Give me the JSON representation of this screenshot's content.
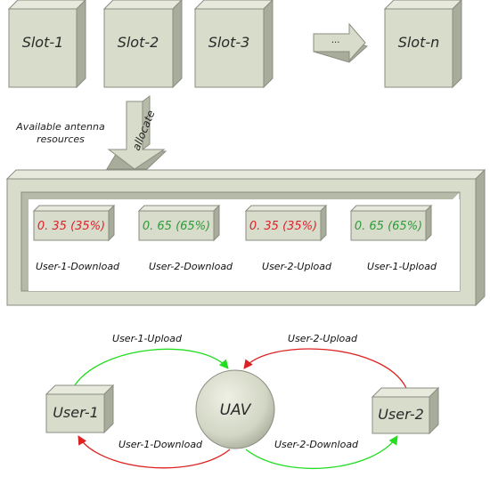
{
  "slots": [
    "Slot-1",
    "Slot-2",
    "Slot-3",
    "Slot-n"
  ],
  "ellipsis": "...",
  "resources_label": [
    "Available antenna",
    "resources"
  ],
  "allocate_label": "allocate",
  "allocations": [
    {
      "value": "0. 35 (35%)",
      "label": "User-1-Download",
      "color": "#e0202a"
    },
    {
      "value": "0. 65 (65%)",
      "label": "User-2-Download",
      "color": "#2e9a3a"
    },
    {
      "value": "0. 35 (35%)",
      "label": "User-2-Upload",
      "color": "#e0202a"
    },
    {
      "value": "0. 65 (65%)",
      "label": "User-1-Upload",
      "color": "#2e9a3a"
    }
  ],
  "nodes": {
    "user1": "User-1",
    "uav": "UAV",
    "user2": "User-2"
  },
  "links": {
    "user1_upload": "User-1-Upload",
    "user2_upload": "User-2-Upload",
    "user1_download": "User-1-Download",
    "user2_download": "User-2-Download"
  },
  "colors": {
    "face": "#d8dccb",
    "side": "#b6baa8",
    "edge": "#8a8d80",
    "green": "#22dd22",
    "red": "#dd2222"
  }
}
